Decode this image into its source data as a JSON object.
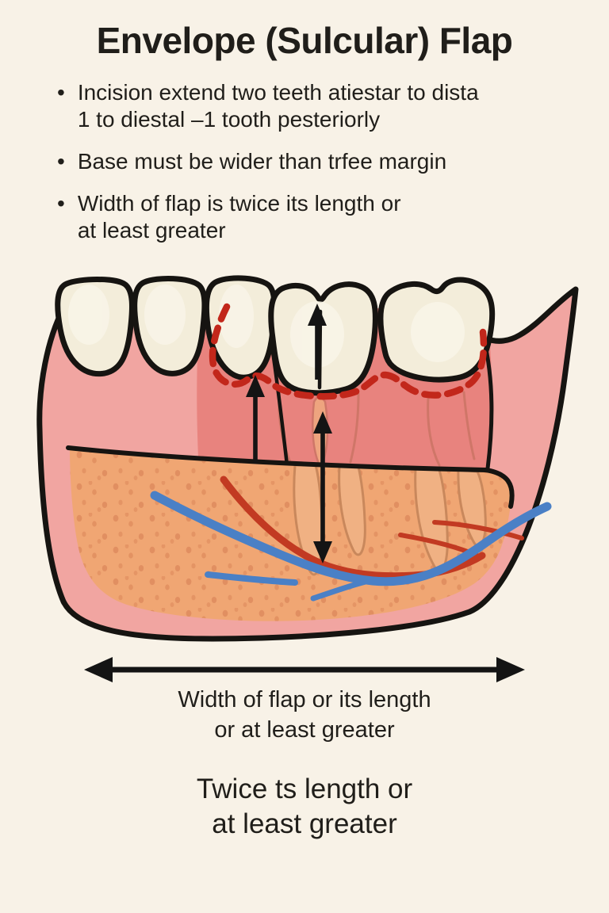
{
  "title": "Envelope (Sulcular) Flap",
  "glyphs": {
    "bullet": "•"
  },
  "bullets": [
    {
      "line1": "Incision extend two teeth atiestar to dista",
      "line2": "1 to diestal –1 tooth pesteriorly"
    },
    {
      "line1": "Base must be wider than trfee margin",
      "line2": ""
    },
    {
      "line1": "Width of flap is twice its length or",
      "line2": "at least greater"
    }
  ],
  "captions": {
    "width_line1": "Width of flap or its length",
    "width_line2": "or at least greater",
    "twice_line1": "Twice ts length or",
    "twice_line2": "at least greater"
  },
  "colors": {
    "background": "#f8f2e7",
    "text": "#201e1a",
    "outline": "#161411",
    "gum": "#f1a5a1",
    "flap": "#e8837e",
    "flap_root": "#eea47f",
    "bone": "#f0a673",
    "bone_speckle": "#dd8a5c",
    "root_tan": "#f0b183",
    "root_outline": "#c9885c",
    "tooth": "#f3edda",
    "tooth_highlight": "#faf6ea",
    "incision_red": "#c2271b",
    "vessel_blue": "#4a80c6",
    "vessel_red": "#c23a22",
    "arrow_black": "#141414"
  }
}
